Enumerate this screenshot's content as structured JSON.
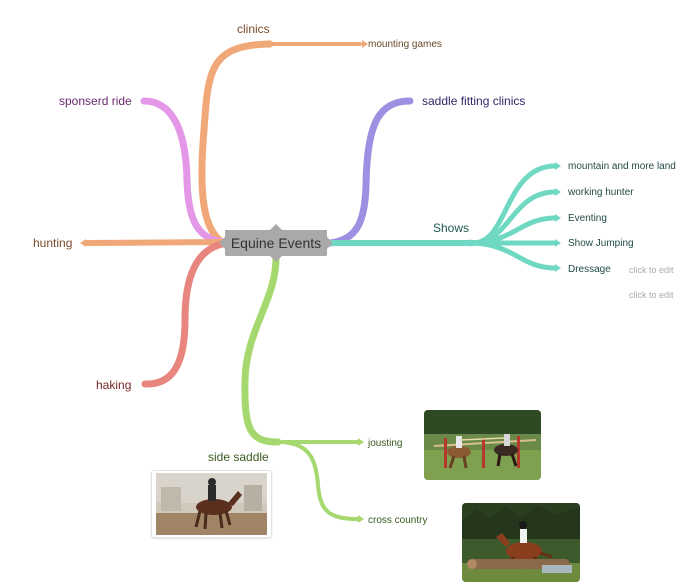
{
  "center": {
    "label": "Equine Events",
    "color": "#a9a9a9"
  },
  "branches": {
    "clinics": {
      "label": "clinics",
      "color": "#f0a878",
      "children": {
        "mounting_games": "mounting games"
      }
    },
    "sponserd_ride": {
      "label": "sponserd ride",
      "color": "#e397e6"
    },
    "hunting": {
      "label": "hunting",
      "color": "#f0a878"
    },
    "haking": {
      "label": "haking",
      "color": "#e8857f"
    },
    "saddle_fitting": {
      "label": "saddle fitting clinics",
      "color": "#9f8fe2"
    },
    "shows": {
      "label": "Shows",
      "color": "#6ed8c3",
      "children": [
        "mountain and more land",
        "working hunter",
        "Eventing",
        "Show Jumping",
        "Dressage"
      ]
    },
    "side_saddle": {
      "label": "side saddle",
      "color": "#a5d86e",
      "children": {
        "jousting": "jousting",
        "cross_country": "cross country"
      }
    }
  },
  "hints": [
    "click to edit",
    "click to edit"
  ],
  "icons": {
    "images": [
      "side-saddle-photo-icon",
      "jousting-photo-icon",
      "cross-country-photo-icon"
    ]
  }
}
